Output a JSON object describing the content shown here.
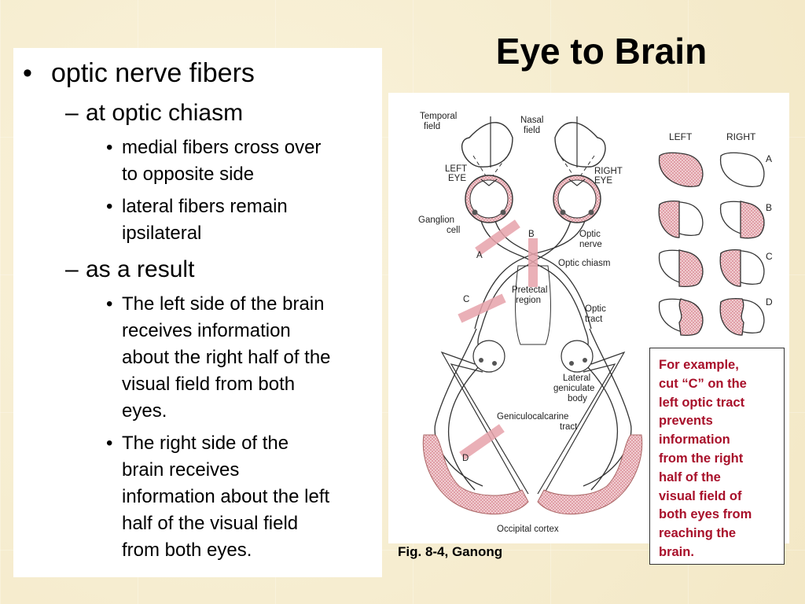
{
  "title": "Eye to Brain",
  "bullets": {
    "b1": "optic nerve fibers",
    "b1_1": "at optic chiasm",
    "b1_1_1": [
      "medial fibers cross over",
      "to opposite side"
    ],
    "b1_1_2": [
      "lateral fibers remain",
      "ipsilateral"
    ],
    "b1_2": "as a result",
    "b1_2_1": [
      "The left side of the brain",
      "receives information",
      "about the right half of the",
      "visual field from both",
      "eyes."
    ],
    "b1_2_2": [
      "The right side of the",
      "brain receives",
      "information about the left",
      "half of the visual field",
      "from both eyes."
    ]
  },
  "figure": {
    "temporal_field": [
      "Temporal",
      "field"
    ],
    "nasal_field": [
      "Nasal",
      "field"
    ],
    "left_eye": [
      "LEFT",
      "EYE"
    ],
    "right_eye": [
      "RIGHT",
      "EYE"
    ],
    "ganglion_cell": [
      "Ganglion",
      "cell"
    ],
    "optic_nerve": [
      "Optic",
      "nerve"
    ],
    "optic_chiasm": "Optic chiasm",
    "pretectal_region": [
      "Pretectal",
      "region"
    ],
    "optic_tract": [
      "Optic",
      "tract"
    ],
    "lateral_geniculate_body": [
      "Lateral",
      "geniculate",
      "body"
    ],
    "geniculocalcarine_tract": [
      "Geniculocalcarine",
      "tract"
    ],
    "occipital_cortex": "Occipital cortex",
    "cut_labels": {
      "A": "A",
      "B": "B",
      "C": "C",
      "D": "D"
    },
    "field_header_left": "LEFT",
    "field_header_right": "RIGHT",
    "row_labels": [
      "A",
      "B",
      "C",
      "D"
    ],
    "colors": {
      "shade": "#e7a3ab",
      "line": "#333333"
    }
  },
  "caption": "Fig. 8-4, Ganong",
  "callout": [
    "For example,",
    "cut “C” on the",
    "left optic tract",
    "prevents",
    "information",
    "from the right",
    "half of the",
    "visual field of",
    "both eyes from",
    "reaching the",
    "brain."
  ]
}
